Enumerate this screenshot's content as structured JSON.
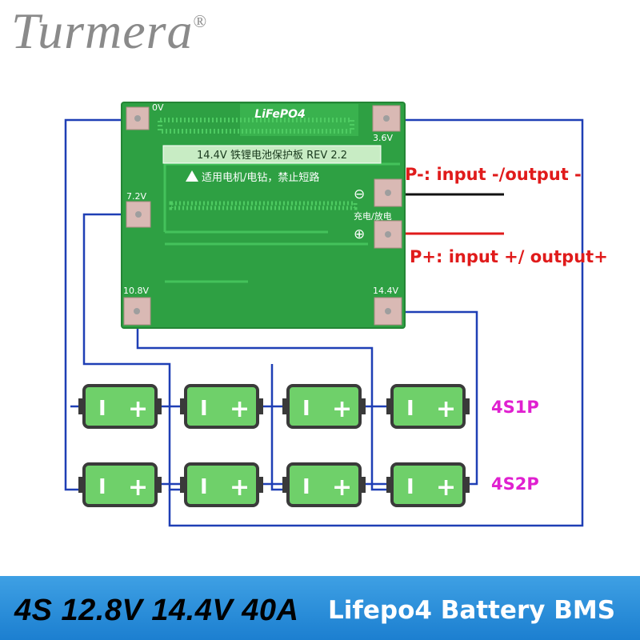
{
  "brand": {
    "name": "Turmera",
    "mark": "®"
  },
  "board": {
    "title": "LiFePO4",
    "spec_line": "14.4V 铁锂电池保护板 REV 2.2",
    "warning_line": "适用电机/电钻，禁止短路",
    "charge_discharge": "充电/放电",
    "minus_symbol": "⊖",
    "plus_symbol": "⊕",
    "taps": [
      "0V",
      "3.6V",
      "7.2V",
      "10.8V",
      "14.4V"
    ]
  },
  "annotations": {
    "p_minus": "P-: input -/output -",
    "p_plus": "P+: input +/ output+",
    "row1": "4S1P",
    "row2": "4S2P"
  },
  "cell": {
    "minus": "I",
    "plus": "+"
  },
  "colors": {
    "board": "#2ea043",
    "wire": "#1f3fb5",
    "accent_red": "#e01b1b",
    "magenta": "#e020d0",
    "cell": "#6fd06a",
    "footer": "#2a8fdc"
  },
  "footer": {
    "spec": "4S 12.8V 14.4V 40A",
    "product": "Lifepo4 Battery BMS"
  }
}
